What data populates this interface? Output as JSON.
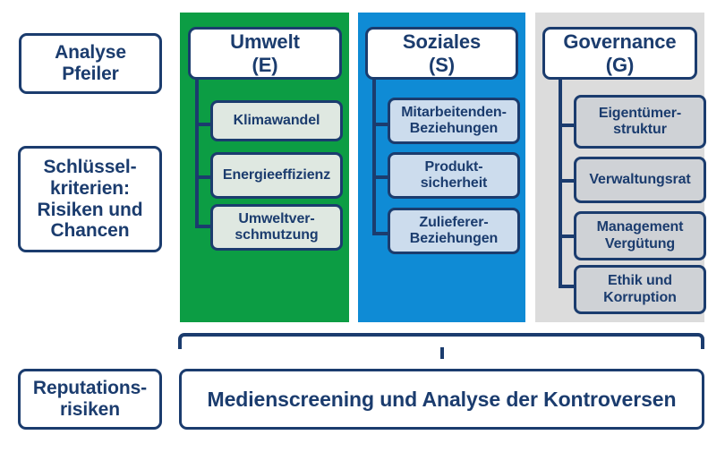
{
  "meta": {
    "title": "ESG Analyse Rahmenwerk",
    "colors": {
      "navy": "#1b3c6e",
      "environment_green": "#0C9D44",
      "social_blue": "#0F8BD5",
      "governance_gray": "#DCDCDC",
      "item_fill_environment": "#dfe8e1",
      "item_fill_social": "#ccdced",
      "item_fill_governance": "#cfd2d6",
      "background": "#ffffff"
    }
  },
  "row_labels": [
    {
      "id": "pillars",
      "text": "Analyse\nPfeiler"
    },
    {
      "id": "criteria",
      "text": "Schlüssel-\nkriterien:\nRisiken und\nChancen"
    },
    {
      "id": "reputation",
      "text": "Reputations-\nrisiken"
    }
  ],
  "pillars": [
    {
      "id": "environment",
      "title_line1": "Umwelt",
      "title_line2": "(E)",
      "color": "#0C9D44",
      "items": [
        {
          "text": "Klimawandel"
        },
        {
          "text": "Energieeffizienz"
        },
        {
          "text": "Umweltver-\nschmutzung"
        }
      ]
    },
    {
      "id": "social",
      "title_line1": "Soziales",
      "title_line2": "(S)",
      "color": "#0F8BD5",
      "items": [
        {
          "text": "Mitarbeitenden-\nBeziehungen"
        },
        {
          "text": "Produkt-\nsicherheit"
        },
        {
          "text": "Zulieferer-\nBeziehungen"
        }
      ]
    },
    {
      "id": "governance",
      "title_line1": "Governance",
      "title_line2": "(G)",
      "color": "#DCDCDC",
      "items": [
        {
          "text": "Eigentümer-\nstruktur"
        },
        {
          "text": "Verwaltungsrat"
        },
        {
          "text": "Management\nVergütung"
        },
        {
          "text": "Ethik und\nKorruption"
        }
      ]
    }
  ],
  "bottom_bar": {
    "text": "Medienscreening und Analyse der Kontroversen"
  }
}
